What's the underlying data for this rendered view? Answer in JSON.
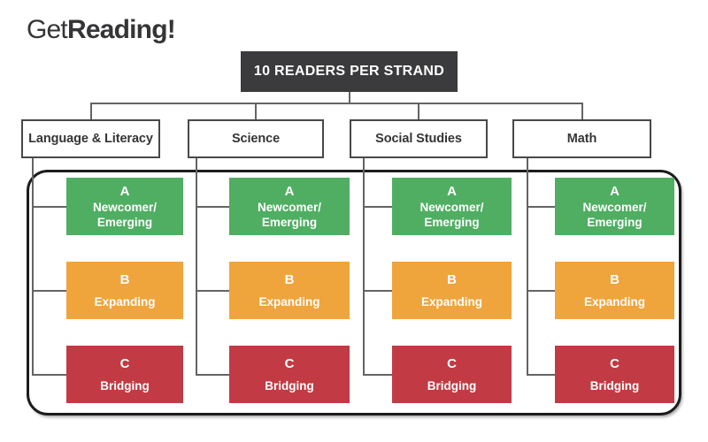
{
  "logo": {
    "part1": "Get",
    "part2": "Reading!"
  },
  "header": {
    "title": "10 READERS PER STRAND"
  },
  "strands": [
    {
      "label": "Language & Literacy"
    },
    {
      "label": "Science"
    },
    {
      "label": "Social Studies"
    },
    {
      "label": "Math"
    }
  ],
  "levels": [
    {
      "letter": "A",
      "name_lines": [
        "Newcomer/",
        "Emerging"
      ],
      "color": "green"
    },
    {
      "letter": "B",
      "name_lines": [
        "Expanding"
      ],
      "color": "orange"
    },
    {
      "letter": "C",
      "name_lines": [
        "Bridging"
      ],
      "color": "red"
    }
  ],
  "colors": {
    "green": "#4FAE62",
    "orange": "#F0A43C",
    "red": "#C23A43",
    "header_bg": "#3B3B3D",
    "line": "#646466",
    "box_border": "#48484A",
    "container_border": "#1C1C1E",
    "ink": "#353537"
  }
}
